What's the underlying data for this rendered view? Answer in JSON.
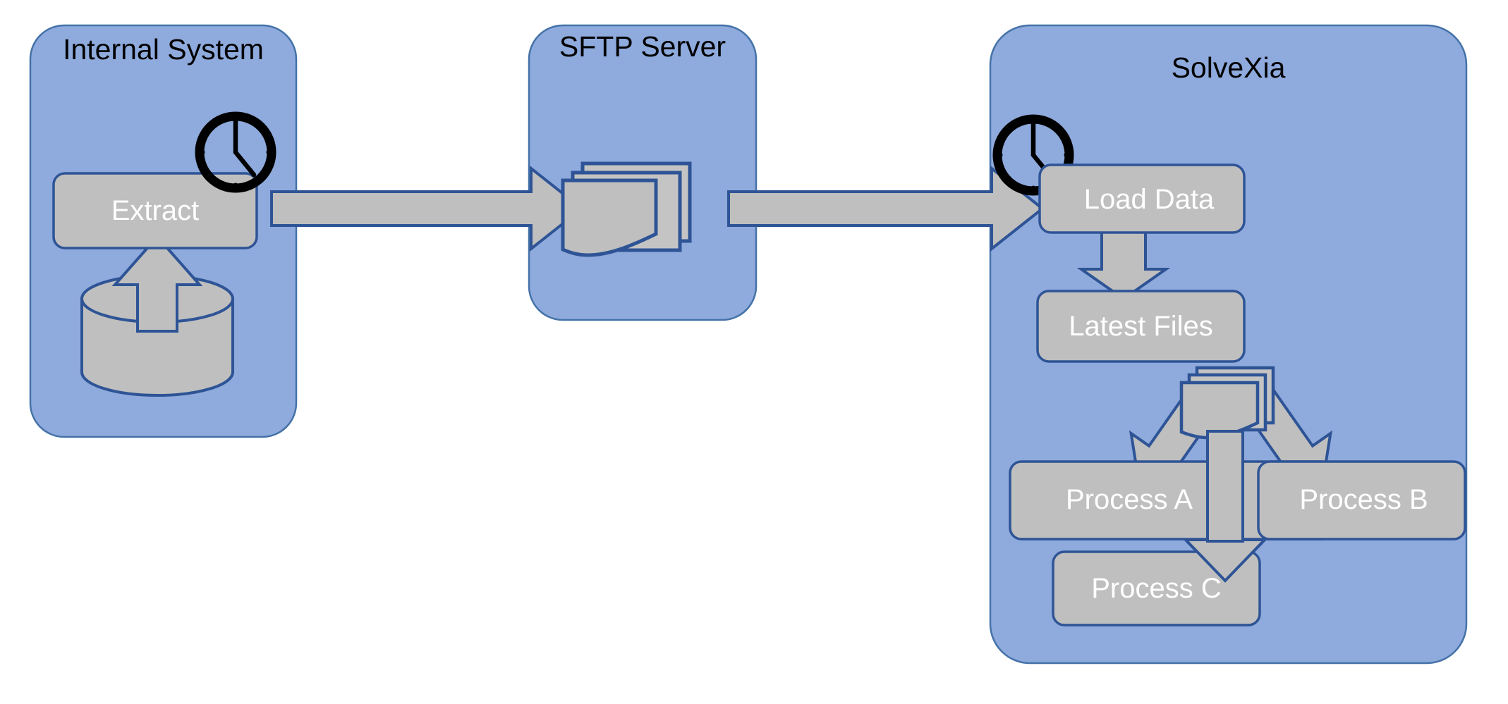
{
  "diagram": {
    "title_text_color": "#000000",
    "node_text_color": "#ffffff",
    "panel_fill": "#8FAADC",
    "panel_stroke": "#4472A8",
    "node_fill": "#BFBFBF",
    "node_stroke": "#2E5496",
    "arrow_fill": "#BFBFBF",
    "arrow_stroke": "#2E5496",
    "clock_color": "#000000",
    "background": "#ffffff"
  },
  "panels": [
    {
      "id": "internal-system",
      "title": "Internal System"
    },
    {
      "id": "sftp-server",
      "title": "SFTP Server"
    },
    {
      "id": "solvexia",
      "title": "SolveXia"
    }
  ],
  "nodes": {
    "extract": {
      "label": "Extract"
    },
    "load_data": {
      "label": "Load Data"
    },
    "latest_files": {
      "label": "Latest Files"
    },
    "process_a": {
      "label": "Process A"
    },
    "process_b": {
      "label": "Process B"
    },
    "process_c": {
      "label": "Process C"
    }
  },
  "icons": {
    "clock_internal": "clock-icon",
    "clock_solvexia": "clock-icon",
    "database": "database-cylinder-icon",
    "files_sftp": "document-stack-icon",
    "files_solvexia": "document-stack-icon"
  },
  "connectors": {
    "db_to_extract": "arrow-up",
    "internal_to_sftp": "arrow-right",
    "sftp_to_solvexia": "arrow-right",
    "load_to_latest": "arrow-down",
    "files_to_process_a": "arrow-down-left",
    "files_to_process_b": "arrow-down-right",
    "files_to_process_c": "arrow-down"
  }
}
